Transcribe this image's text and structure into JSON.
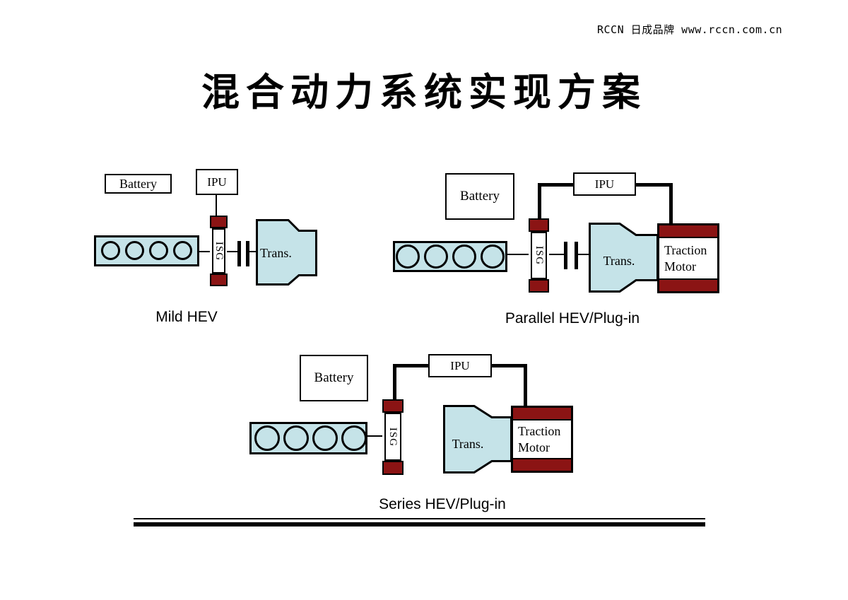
{
  "watermark": "RCCN 日成品牌 www.rccn.com.cn",
  "title": "混合动力系统实现方案",
  "colors": {
    "component_fill": "#c5e3e8",
    "accent_dark_red": "#8b1414",
    "line_color": "#000000"
  },
  "diagrams": {
    "mild": {
      "caption": "Mild HEV",
      "battery_label": "Battery",
      "ipu_label": "IPU",
      "isg_label": "ISG",
      "trans_label": "Trans."
    },
    "parallel": {
      "caption": "Parallel HEV/Plug-in",
      "battery_label": "Battery",
      "ipu_label": "IPU",
      "isg_label": "ISG",
      "trans_label": "Trans.",
      "motor_label_line1": "Traction",
      "motor_label_line2": "Motor"
    },
    "series": {
      "caption": "Series HEV/Plug-in",
      "battery_label": "Battery",
      "ipu_label": "IPU",
      "isg_label": "ISG",
      "trans_label": "Trans.",
      "motor_label_line1": "Traction",
      "motor_label_line2": "Motor"
    }
  }
}
